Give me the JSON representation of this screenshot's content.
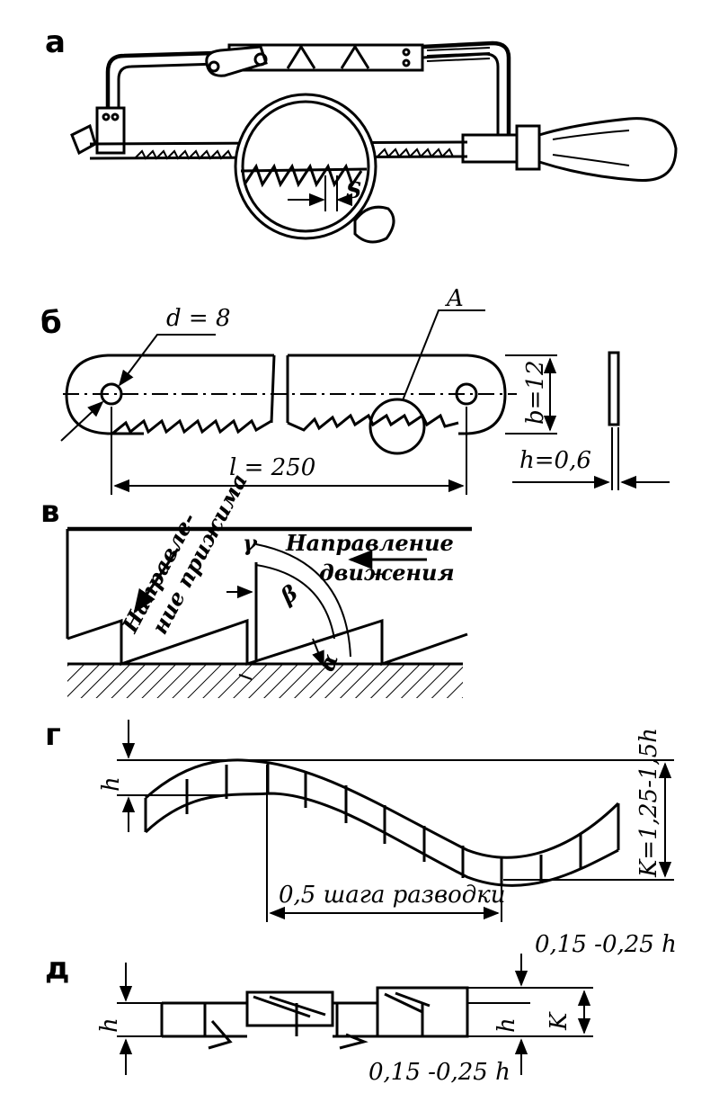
{
  "panels": {
    "a": {
      "label": "а",
      "pitch_symbol": "S"
    },
    "b": {
      "label": "б",
      "hole_diameter": "d = 8",
      "detail_callout": "A",
      "width": "b=12",
      "length": "l = 250",
      "thickness": "h=0,6"
    },
    "v": {
      "label": "в",
      "press_direction_line1": "Направле-",
      "press_direction_line2": "ние прижима",
      "motion_direction_line1": "Направление",
      "motion_direction_line2": "движения",
      "gamma": "γ",
      "beta": "β",
      "alpha": "α"
    },
    "g": {
      "label": "г",
      "h": "h",
      "k_range": "K=1,25-1,5h",
      "half_pitch": "0,5 шага разводки"
    },
    "d": {
      "label": "д",
      "h_left": "h",
      "h_right": "h",
      "k": "K",
      "offset_top": "0,15 -0,25 h",
      "offset_bottom": "0,15 -0,25 h"
    }
  }
}
